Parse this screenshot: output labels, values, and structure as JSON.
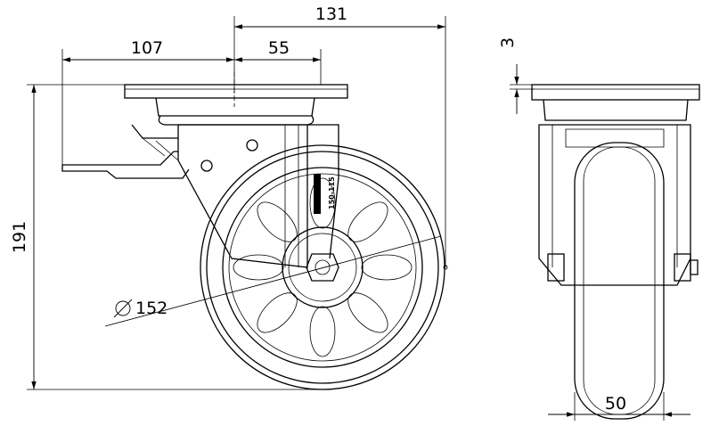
{
  "drawing": {
    "side_view": {
      "dimensions": {
        "overall_offset": "131",
        "brake_offset": "107",
        "swivel_offset": "55",
        "overall_height": "191",
        "wheel_diameter": "152",
        "diameter_symbol": "⌀"
      },
      "wheel_marking": "150-115"
    },
    "front_view": {
      "dimensions": {
        "plate_thickness": "3",
        "wheel_width": "50"
      }
    }
  }
}
